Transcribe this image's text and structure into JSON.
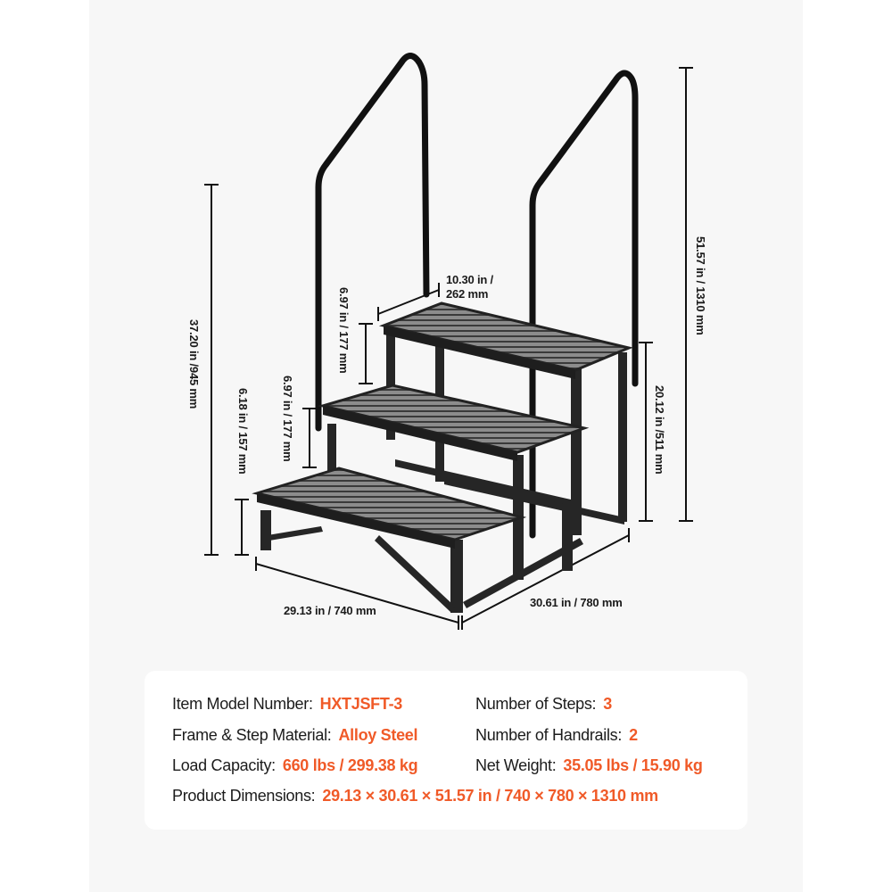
{
  "product": {
    "name": "3-step hot tub / pool stairs with two handrails",
    "accent_color": "#f05a28",
    "frame_color": "#1e1e1e",
    "tread_color": "#8a8a8a"
  },
  "dimensions": {
    "overall_height": "51.57 in / 1310 mm",
    "step_top_height": "37.20 in /945 mm",
    "rail_mount_height": "20.12 in /511 mm",
    "tread_depth": "10.30 in /",
    "tread_depth_mm": "262 mm",
    "rise_upper": "6.97 in / 177 mm",
    "rise_middle": "6.97 in / 177 mm",
    "rise_bottom": "6.18 in / 157 mm",
    "width": "29.13 in / 740 mm",
    "depth": "30.61 in / 780 mm"
  },
  "specs": {
    "model": {
      "label": "Item Model Number:",
      "value": "HXTJSFT-3"
    },
    "steps": {
      "label": "Number of Steps:",
      "value": "3"
    },
    "material": {
      "label": "Frame & Step Material:",
      "value": "Alloy Steel"
    },
    "handrails": {
      "label": "Number of Handrails:",
      "value": "2"
    },
    "load": {
      "label": "Load Capacity:",
      "value": "660 lbs / 299.38 kg"
    },
    "weight": {
      "label": "Net Weight:",
      "value": "35.05 lbs / 15.90 kg"
    },
    "size": {
      "label": "Product Dimensions:",
      "value": "29.13 × 30.61 × 51.57 in / 740 × 780 × 1310 mm"
    }
  }
}
